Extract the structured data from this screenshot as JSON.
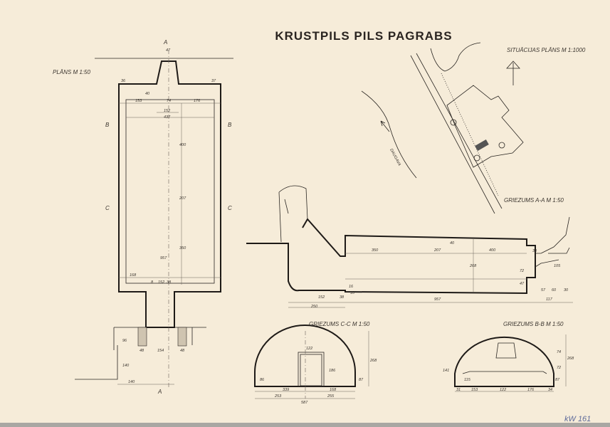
{
  "title": "KRUSTPILS PILS PAGRABS",
  "plan": {
    "label": "PLĀNS  M 1:50",
    "section_marks": [
      "A",
      "B",
      "B",
      "C",
      "C",
      "A"
    ],
    "dims": [
      "47",
      "36",
      "37",
      "153",
      "74",
      "176",
      "40",
      "152",
      "437",
      "400",
      "207",
      "350",
      "957",
      "168",
      "8",
      "152",
      "38",
      "154",
      "48",
      "48",
      "96",
      "140",
      "140"
    ]
  },
  "site_plan": {
    "label": "SITUĀCIJAS PLĀNS  M 1:1000",
    "river": "DAUGAVA"
  },
  "section_aa": {
    "label": "GRIEZUMS A-A   M 1:50",
    "dims": [
      "350",
      "207",
      "400",
      "40",
      "268",
      "72",
      "47",
      "30",
      "105",
      "152",
      "38",
      "250",
      "957",
      "57",
      "60",
      "30",
      "117",
      "16",
      "10"
    ]
  },
  "section_cc": {
    "label": "GRIEZUMS C-C   M 1:50",
    "dims": [
      "122",
      "186",
      "268",
      "86",
      "87",
      "339",
      "168",
      "253",
      "255",
      "587"
    ]
  },
  "section_bb": {
    "label": "GRIEZUMS B-B   M 1:50",
    "dims": [
      "141",
      "115",
      "153",
      "122",
      "176",
      "34",
      "31",
      "87",
      "72",
      "74",
      "268"
    ]
  },
  "archive_mark": "kW 161"
}
